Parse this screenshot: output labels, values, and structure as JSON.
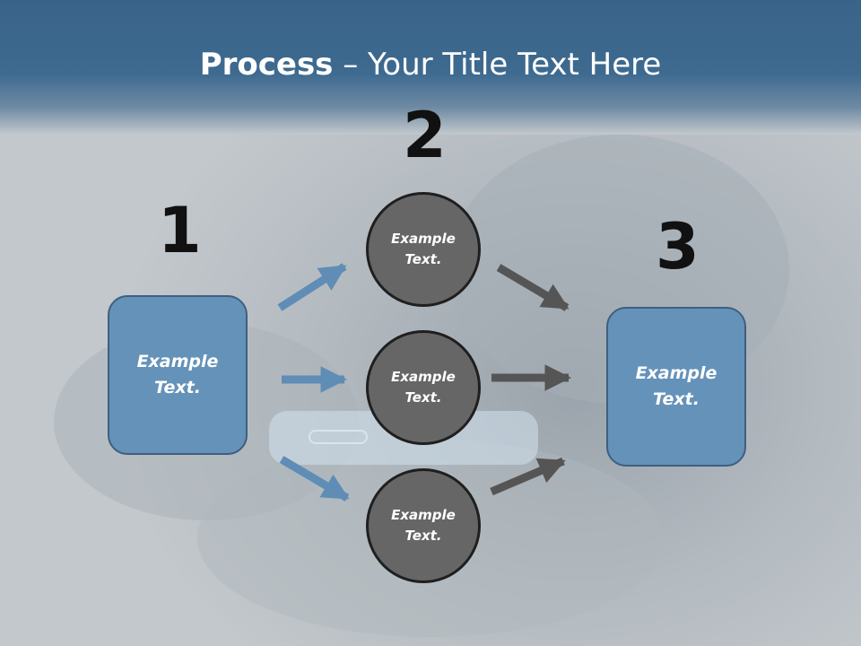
{
  "slide": {
    "title_bold": "Process",
    "title_rest": " – Your Title Text Here"
  },
  "steps": {
    "one": {
      "number": "1",
      "label": "Example\nText."
    },
    "two": {
      "number": "2",
      "items": [
        {
          "label": "Example\nText."
        },
        {
          "label": "Example\nText."
        },
        {
          "label": "Example\nText."
        }
      ]
    },
    "three": {
      "number": "3",
      "label": "Example\nText."
    }
  },
  "colors": {
    "header": "#3e6a90",
    "box_fill": "#6592b9",
    "circle_fill": "#666666",
    "arrow_blue": "#5f8db5",
    "arrow_gray": "#555555"
  }
}
